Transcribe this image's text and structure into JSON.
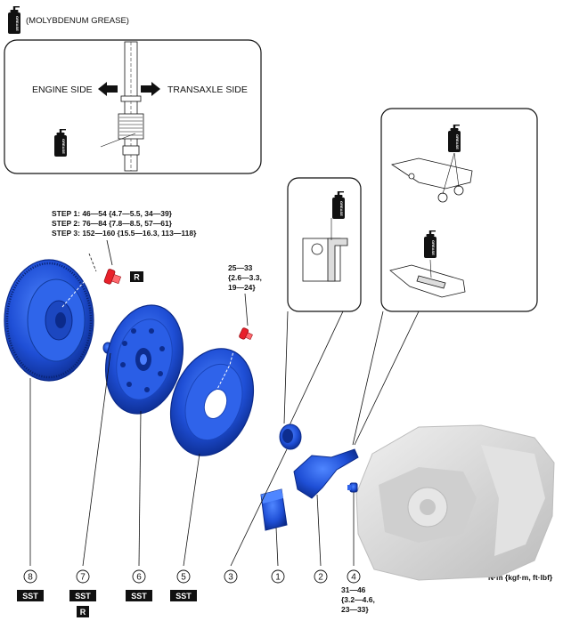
{
  "legend": {
    "label": "(MOLYBDENUM GREASE)",
    "icon": "grease-can-icon"
  },
  "directions": {
    "left": "ENGINE SIDE",
    "right": "TRANSAXLE SIDE"
  },
  "grease_can_text": "GREASE",
  "torque_flywheel": {
    "step1": "STEP 1: 46—54 {4.7—5.5, 34—39}",
    "step2": "STEP 2: 76—84 {7.8—8.5, 57—61}",
    "step3": "STEP 3: 152—160 {15.5—16.3, 113—118}"
  },
  "torque_cover": {
    "line1": "25—33",
    "line2": "{2.6—3.3,",
    "line3": "19—24}"
  },
  "torque_pivot": {
    "line1": "31—46",
    "line2": "{3.2—4.6,",
    "line3": "23—33}"
  },
  "units": "N·m {kgf·m, ft·lbf}",
  "badges": {
    "sst": "SST",
    "replace": "R"
  },
  "parts": [
    {
      "number": "8"
    },
    {
      "number": "7"
    },
    {
      "number": "6"
    },
    {
      "number": "5"
    },
    {
      "number": "3"
    },
    {
      "number": "1"
    },
    {
      "number": "2"
    },
    {
      "number": "4"
    }
  ],
  "colors": {
    "part_blue": "#1f4fd6",
    "bolt_red": "#e8202a",
    "badge": "#111111",
    "housing": "#d9d9d9"
  }
}
